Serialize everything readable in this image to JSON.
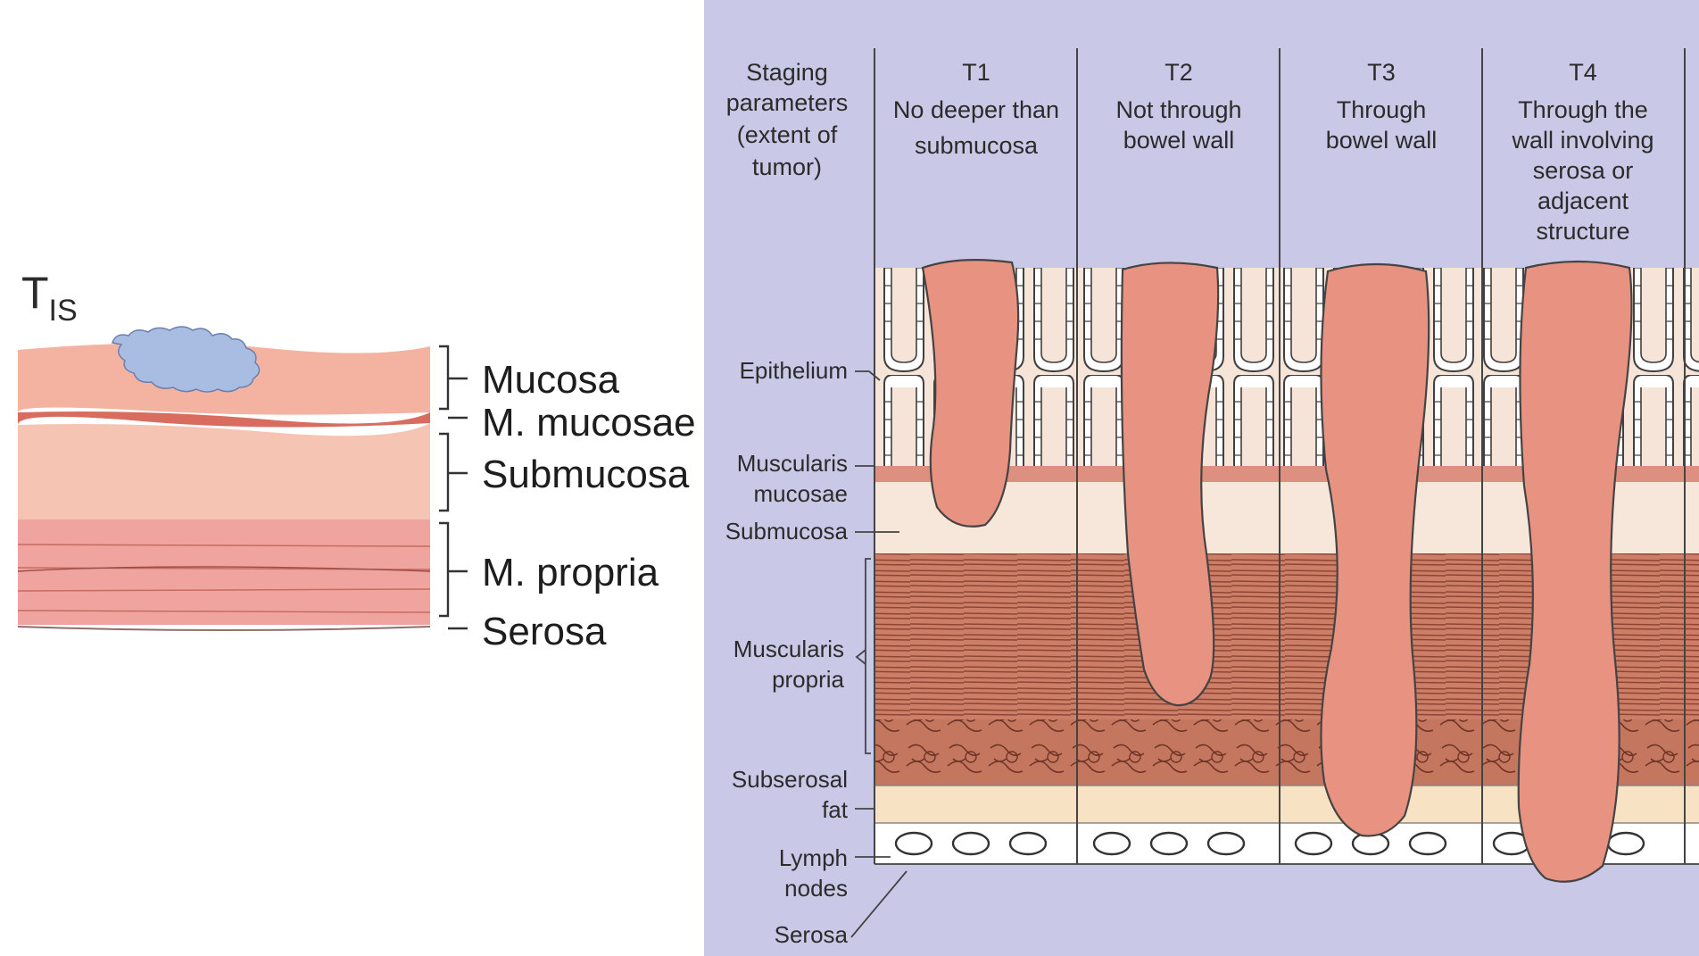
{
  "left_panel": {
    "tis": {
      "main": "T",
      "sub": "IS"
    },
    "layers": [
      {
        "label": "Mucosa"
      },
      {
        "label": "M. mucosae"
      },
      {
        "label": "Submucosa"
      },
      {
        "label": "M. propria"
      },
      {
        "label": "Serosa"
      }
    ]
  },
  "right_panel": {
    "header_label": [
      "Staging",
      "parameters",
      "(extent of",
      "tumor)"
    ],
    "stages": [
      {
        "title": "T1",
        "lines": [
          "No deeper than",
          "submucosa"
        ]
      },
      {
        "title": "T2",
        "lines": [
          "Not through",
          "bowel wall"
        ]
      },
      {
        "title": "T3",
        "lines": [
          "Through",
          "bowel wall"
        ]
      },
      {
        "title": "T4",
        "lines": [
          "Through the",
          "wall involving",
          "serosa or",
          "adjacent",
          "structure"
        ]
      }
    ],
    "layer_labels": {
      "epithelium": [
        "Epithelium"
      ],
      "muscularis_mucosae": [
        "Muscularis",
        "mucosae"
      ],
      "submucosa": [
        "Submucosa"
      ],
      "muscularis_propria": [
        "Muscularis",
        "propria"
      ],
      "subserosal_fat": [
        "Subserosal",
        "fat"
      ],
      "lymph_nodes": [
        "Lymph",
        "nodes"
      ],
      "serosa": [
        "Serosa"
      ]
    }
  },
  "colors": {
    "right_background": "#c9c8e6",
    "tumor": "#e89282",
    "tis_tumor": "#a9bde3",
    "mucosa": "#f4b2a0",
    "submucosa": "#f6c4b3",
    "m_propria": "#f0a9a0",
    "muscle_band": "#c2705c",
    "fat": "#f8e2c4"
  }
}
